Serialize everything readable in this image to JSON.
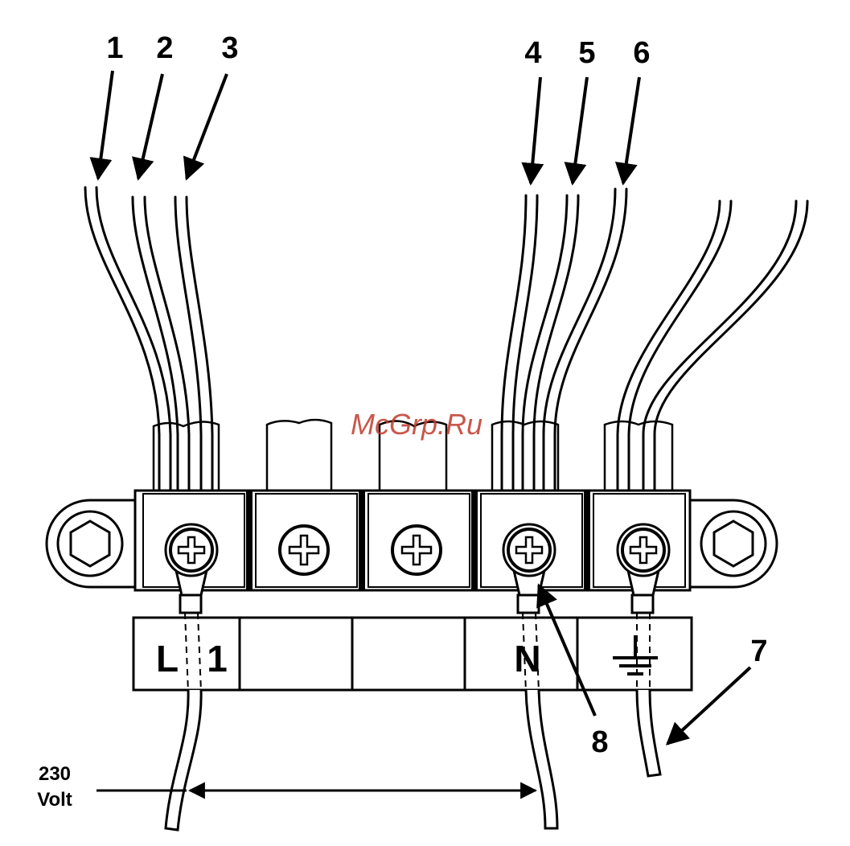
{
  "labels": {
    "n1": "1",
    "n2": "2",
    "n3": "3",
    "n4": "4",
    "n5": "5",
    "n6": "6",
    "n7": "7",
    "n8": "8"
  },
  "terminals": {
    "l": "L",
    "one": "1",
    "n": "N"
  },
  "voltage": {
    "value": "230",
    "unit": "Volt"
  },
  "watermark": "McGrp.Ru"
}
